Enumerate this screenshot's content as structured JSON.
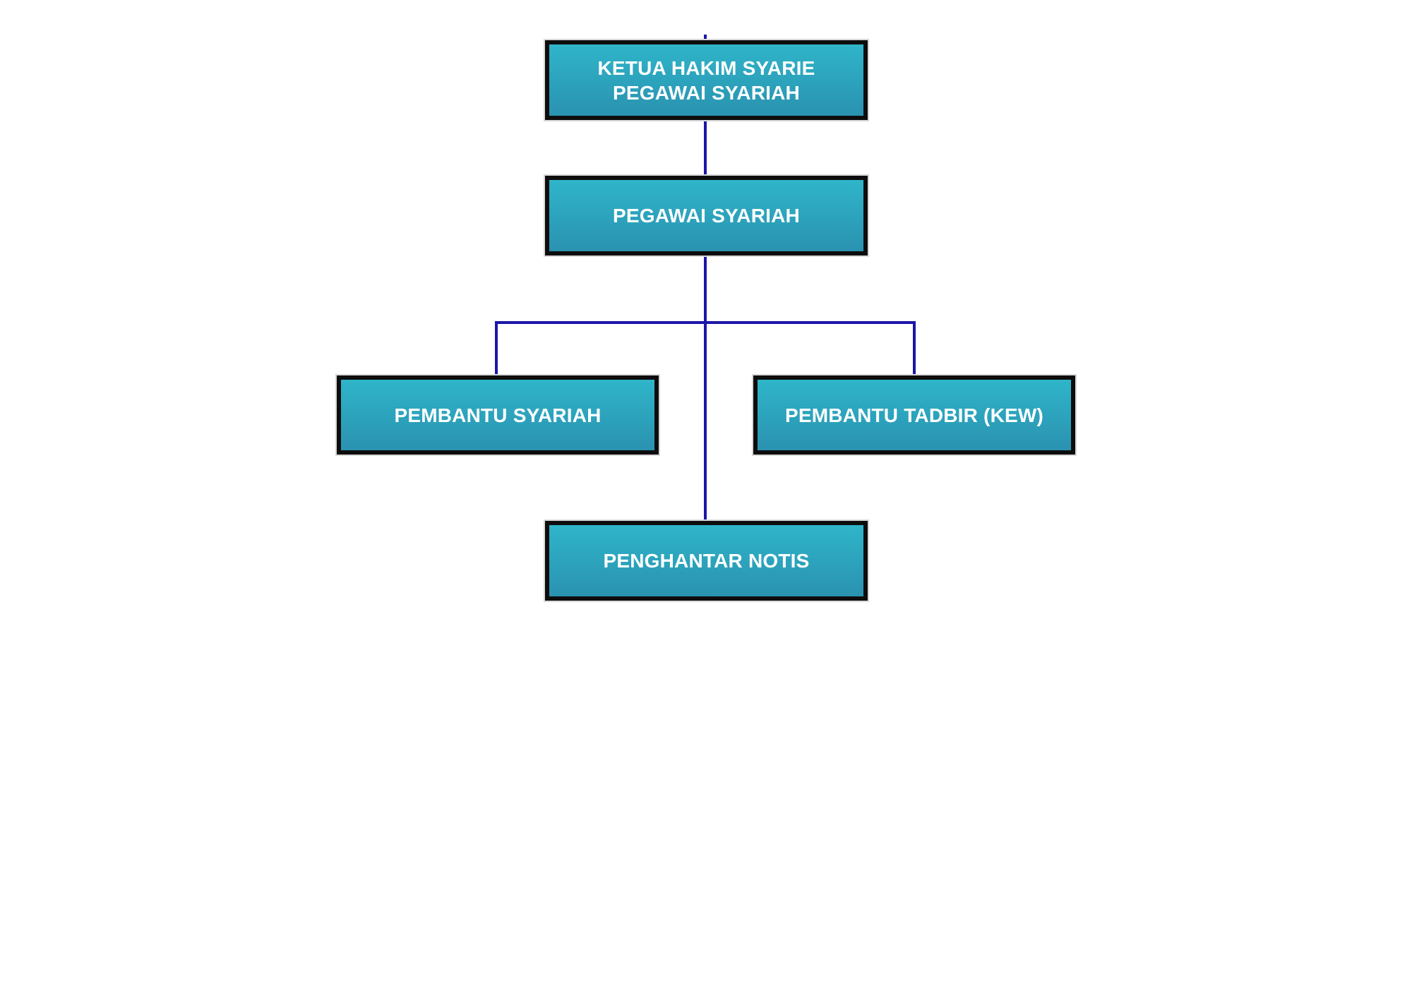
{
  "colors": {
    "box_fill_top": "#2fb5c9",
    "box_fill_bottom": "#2a92b0",
    "box_border": "#0d0d0d",
    "box_outline": "#d8d8d8",
    "connector": "#1b16a8",
    "label_text": "#ffffff",
    "background": "#ffffff"
  },
  "org_chart": {
    "nodes": {
      "root": {
        "label": "KETUA HAKIM SYARIE\nPEGAWAI SYARIAH"
      },
      "pegawai_syariah": {
        "label": "PEGAWAI SYARIAH"
      },
      "pembantu_syariah": {
        "label": "PEMBANTU SYARIAH"
      },
      "pembantu_tadbir": {
        "label": "PEMBANTU TADBIR (KEW)"
      },
      "penghantar_notis": {
        "label": "PENGHANTAR NOTIS"
      }
    }
  }
}
